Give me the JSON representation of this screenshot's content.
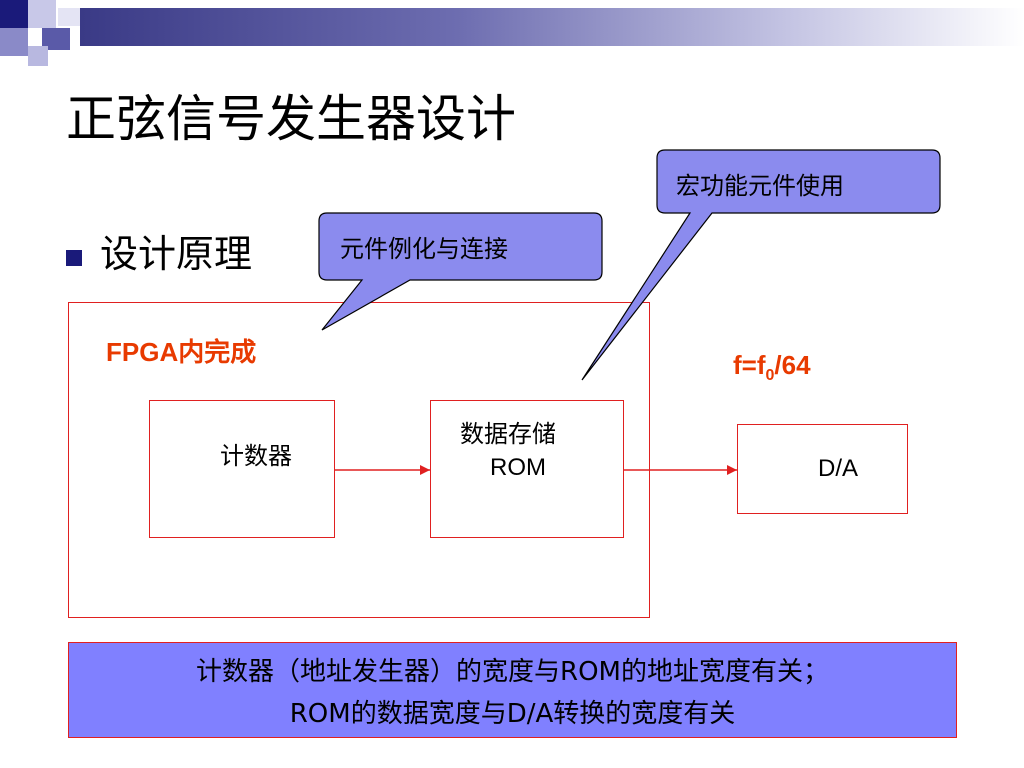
{
  "slide": {
    "title": "正弦信号发生器设计",
    "bullet": "设计原理"
  },
  "diagram": {
    "fpga_label": "FPGA内完成",
    "frequency_prefix": "f=f",
    "frequency_sub": "0",
    "frequency_suffix": "/64",
    "counter_label": "计数器",
    "rom_label_line1": "数据存储",
    "rom_label_line2": "ROM",
    "da_label": "D/A"
  },
  "callouts": {
    "instantiation": "元件例化与连接",
    "macro": "宏功能元件使用"
  },
  "note": {
    "line1": "计数器（地址发生器）的宽度与ROM的地址宽度有关；",
    "line2": "ROM的数据宽度与D/A转换的宽度有关"
  },
  "colors": {
    "accent_dark": "#1a1a7a",
    "callout_fill": "#8b8bee",
    "note_fill": "#8080ff",
    "border_red": "#e02020",
    "label_orange_red": "#e83a00"
  }
}
